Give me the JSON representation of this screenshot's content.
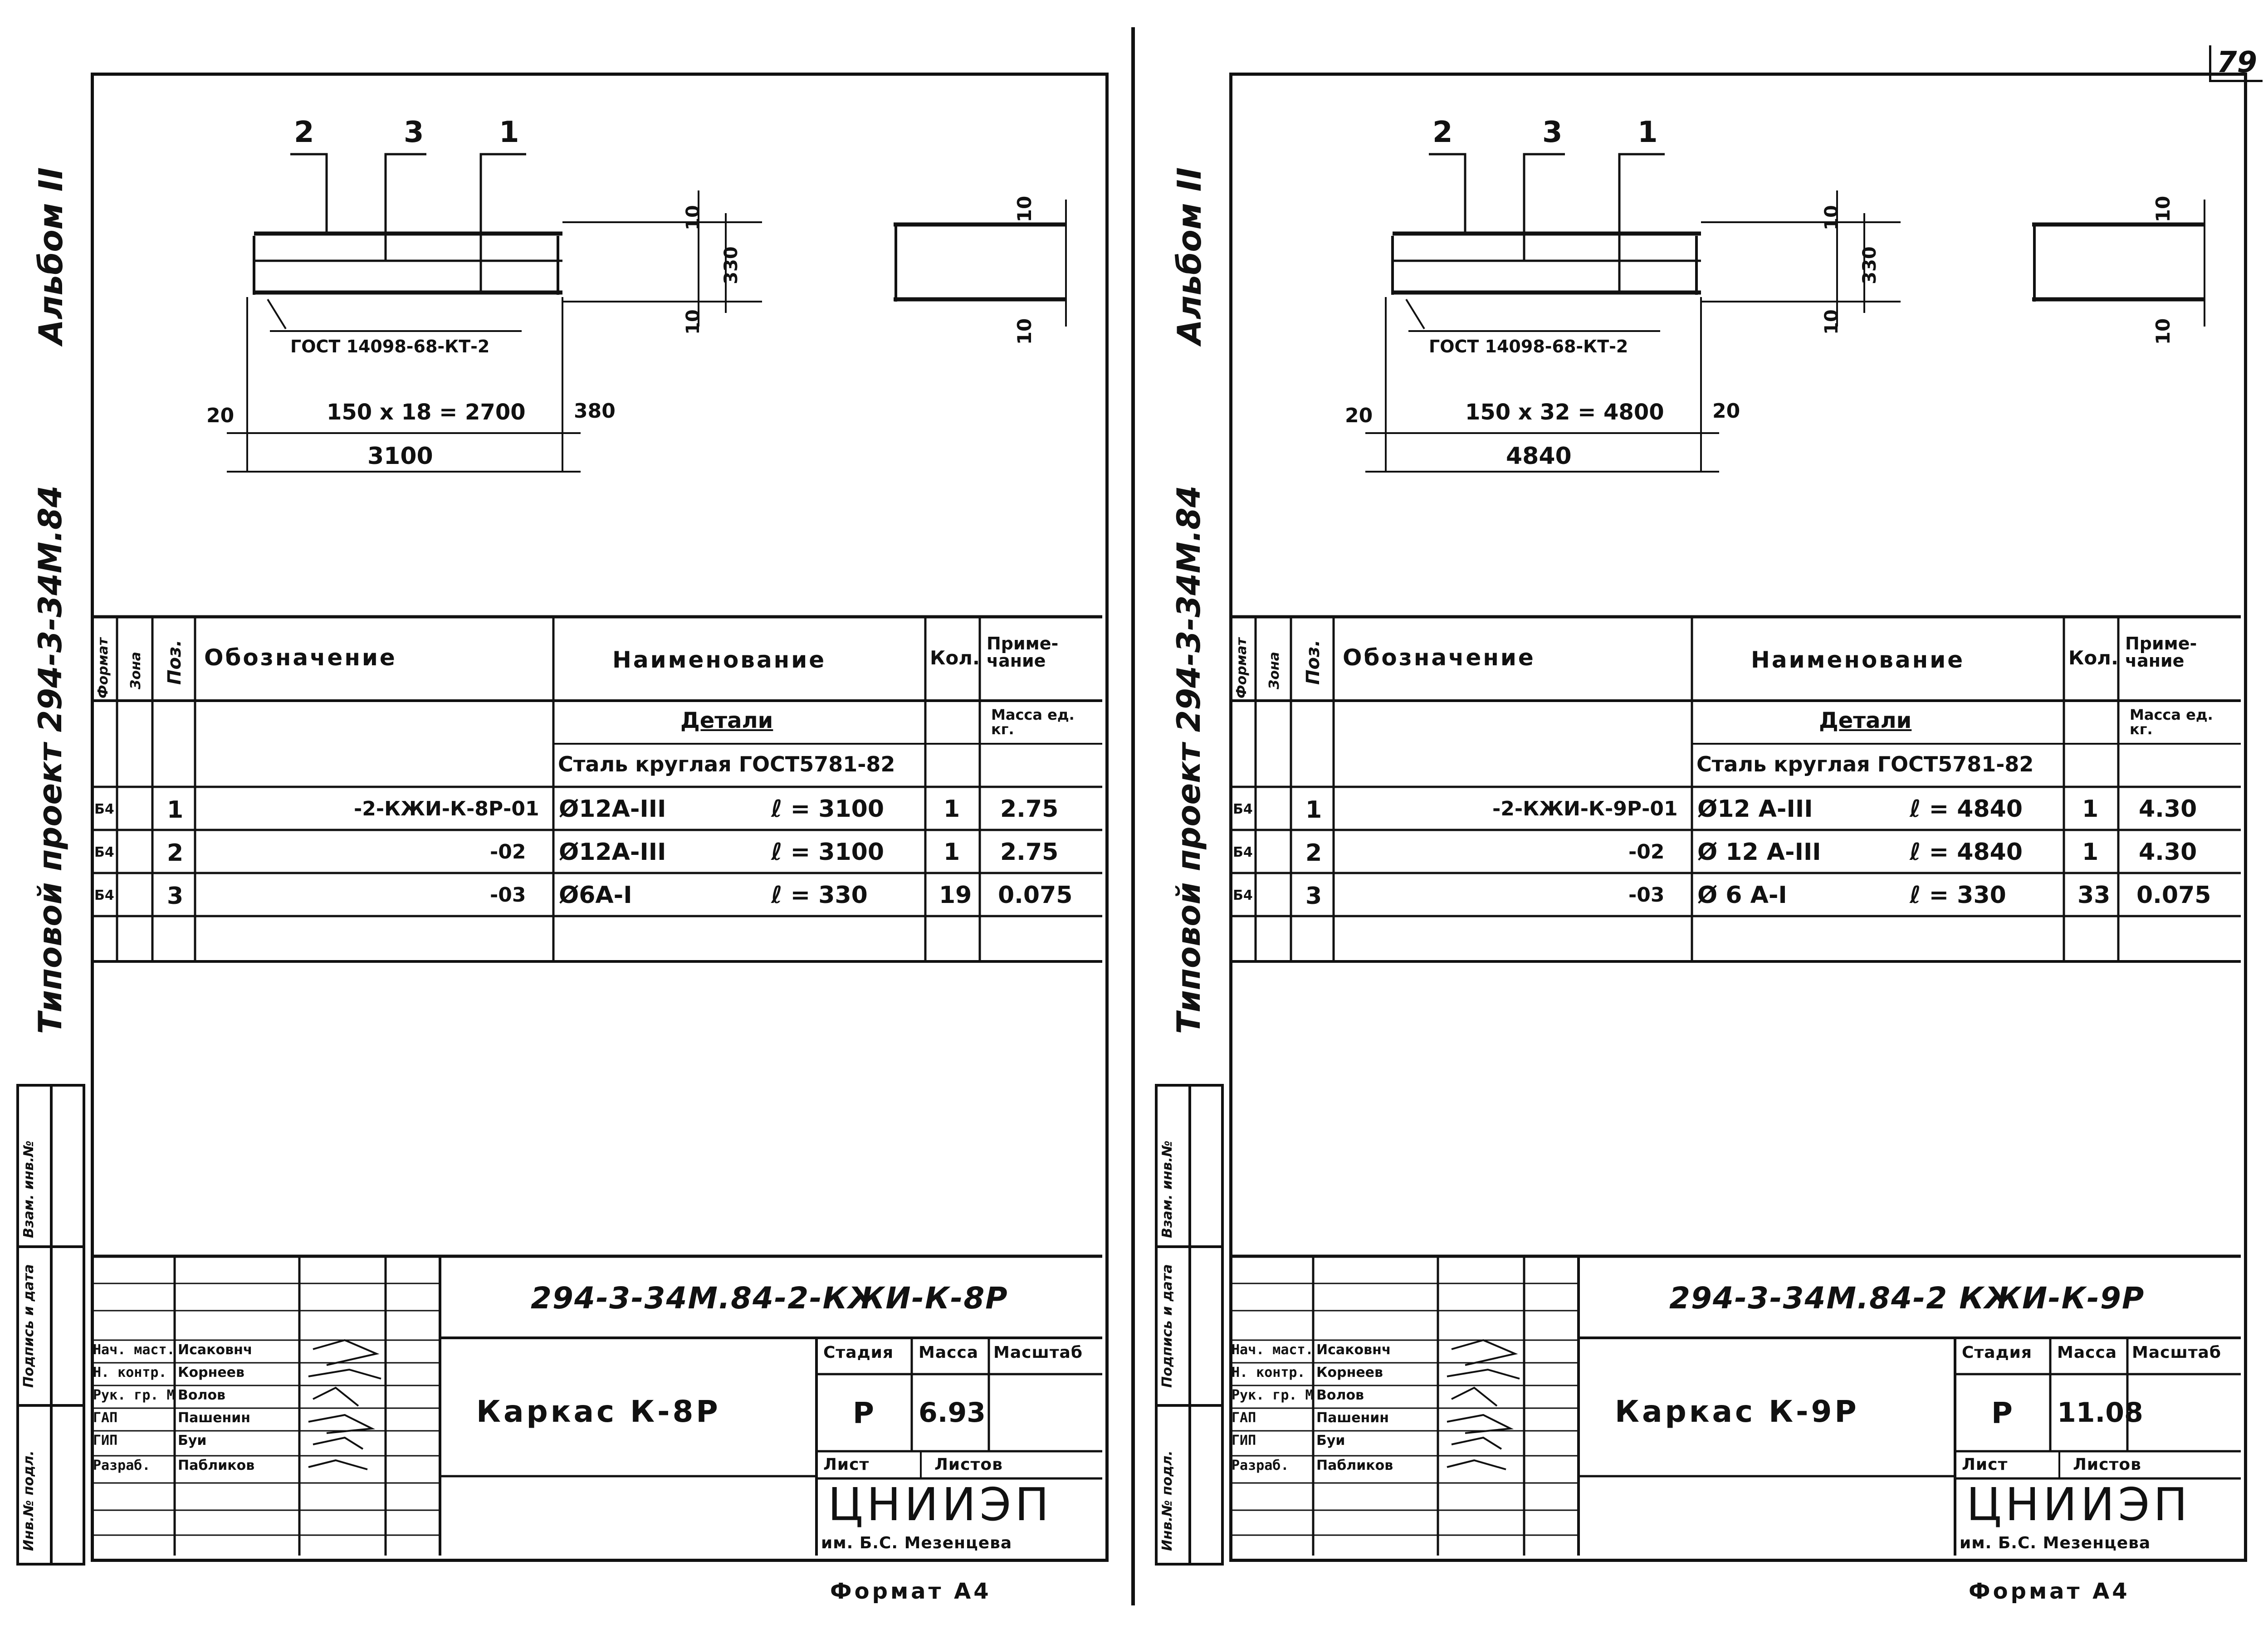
{
  "page_number": "79",
  "sheets": [
    {
      "side_album": "Альбом II",
      "side_project": "Типовой проект 294-3-34М.84",
      "side_stamps": [
        "Инв.№ подл.",
        "Подпись и дата",
        "Взам. инв.№"
      ],
      "drawing": {
        "leaders": [
          "2",
          "3",
          "1"
        ],
        "gost_note": "ГОСТ 14098-68-КТ-2",
        "dim_top_10": "10",
        "dim_330": "330",
        "dim_bottom_10": "10",
        "dim_left": "20",
        "dim_middle": "150 x 18 = 2700",
        "dim_right": "380",
        "dim_total": "3100",
        "section_top": "10",
        "section_bottom": "10"
      },
      "spec": {
        "headers": {
          "format": "Формат",
          "zone": "Зона",
          "pos": "Поз.",
          "designation": "Обозначение",
          "name": "Наименование",
          "qty": "Кол.",
          "note": "Приме-чание"
        },
        "section": "Детали",
        "mass_unit": "Масса ед. кг.",
        "material": "Сталь круглая ГОСТ5781-82",
        "rows": [
          {
            "format": "Б4",
            "pos": "1",
            "designation": "-2-КЖИ-К-8Р-01",
            "name": "Ø12А-III",
            "length": "ℓ = 3100",
            "qty": "1",
            "mass": "2.75"
          },
          {
            "format": "Б4",
            "pos": "2",
            "designation": "-02",
            "name": "Ø12А-III",
            "length": "ℓ = 3100",
            "qty": "1",
            "mass": "2.75"
          },
          {
            "format": "Б4",
            "pos": "3",
            "designation": "-03",
            "name": "Ø6А-I",
            "length": "ℓ = 330",
            "qty": "19",
            "mass": "0.075"
          }
        ]
      },
      "title_block": {
        "code": "294-3-34М.84-2-КЖИ-К-8Р",
        "name": "Каркас К-8Р",
        "stage_label": "Стадия",
        "mass_label": "Масса",
        "scale_label": "Масштаб",
        "stage": "Р",
        "mass": "6.93",
        "scale": "",
        "sheet_label": "Лист",
        "sheets_label": "Листов",
        "org": "ЦНИИЭП",
        "org_sub": "им. Б.С. Мезенцева",
        "signers": [
          {
            "role": "Нач. маст.",
            "name": "Исаковнч"
          },
          {
            "role": "Н. контр.",
            "name": "Корнеев"
          },
          {
            "role": "Рук. гр. М",
            "name": "Волов"
          },
          {
            "role": "ГАП",
            "name": "Пашенин"
          },
          {
            "role": "ГИП",
            "name": "Буи"
          },
          {
            "role": "Разраб.",
            "name": "Пабликов"
          }
        ]
      },
      "format_label": "Формат А4"
    },
    {
      "side_album": "Альбом II",
      "side_project": "Типовой проект 294-3-34М.84",
      "side_stamps": [
        "Инв.№ подл.",
        "Подпись и дата",
        "Взам. инв.№"
      ],
      "drawing": {
        "leaders": [
          "2",
          "3",
          "1"
        ],
        "gost_note": "ГОСТ 14098-68-КТ-2",
        "dim_top_10": "10",
        "dim_330": "330",
        "dim_bottom_10": "10",
        "dim_left": "20",
        "dim_middle": "150 x 32 = 4800",
        "dim_right": "20",
        "dim_total": "4840",
        "section_top": "10",
        "section_bottom": "10"
      },
      "spec": {
        "headers": {
          "format": "Формат",
          "zone": "Зона",
          "pos": "Поз.",
          "designation": "Обозначение",
          "name": "Наименование",
          "qty": "Кол.",
          "note": "Приме-чание"
        },
        "section": "Детали",
        "mass_unit": "Масса ед. кг.",
        "material": "Сталь круглая ГОСТ5781-82",
        "rows": [
          {
            "format": "Б4",
            "pos": "1",
            "designation": "-2-КЖИ-К-9Р-01",
            "name": "Ø12 А-III",
            "length": "ℓ = 4840",
            "qty": "1",
            "mass": "4.30"
          },
          {
            "format": "Б4",
            "pos": "2",
            "designation": "-02",
            "name": "Ø 12 А-III",
            "length": "ℓ = 4840",
            "qty": "1",
            "mass": "4.30"
          },
          {
            "format": "Б4",
            "pos": "3",
            "designation": "-03",
            "name": "Ø 6 А-I",
            "length": "ℓ = 330",
            "qty": "33",
            "mass": "0.075"
          }
        ]
      },
      "title_block": {
        "code": "294-3-34М.84-2 КЖИ-К-9Р",
        "name": "Каркас К-9Р",
        "stage_label": "Стадия",
        "mass_label": "Масса",
        "scale_label": "Масштаб",
        "stage": "Р",
        "mass": "11.08",
        "scale": "",
        "sheet_label": "Лист",
        "sheets_label": "Листов",
        "org": "ЦНИИЭП",
        "org_sub": "им. Б.С. Мезенцева",
        "signers": [
          {
            "role": "Нач. маст.",
            "name": "Исаковнч"
          },
          {
            "role": "Н. контр.",
            "name": "Корнеев"
          },
          {
            "role": "Рук. гр. М",
            "name": "Волов"
          },
          {
            "role": "ГАП",
            "name": "Пашенин"
          },
          {
            "role": "ГИП",
            "name": "Буи"
          },
          {
            "role": "Разраб.",
            "name": "Пабликов"
          }
        ]
      },
      "format_label": "Формат А4"
    }
  ]
}
